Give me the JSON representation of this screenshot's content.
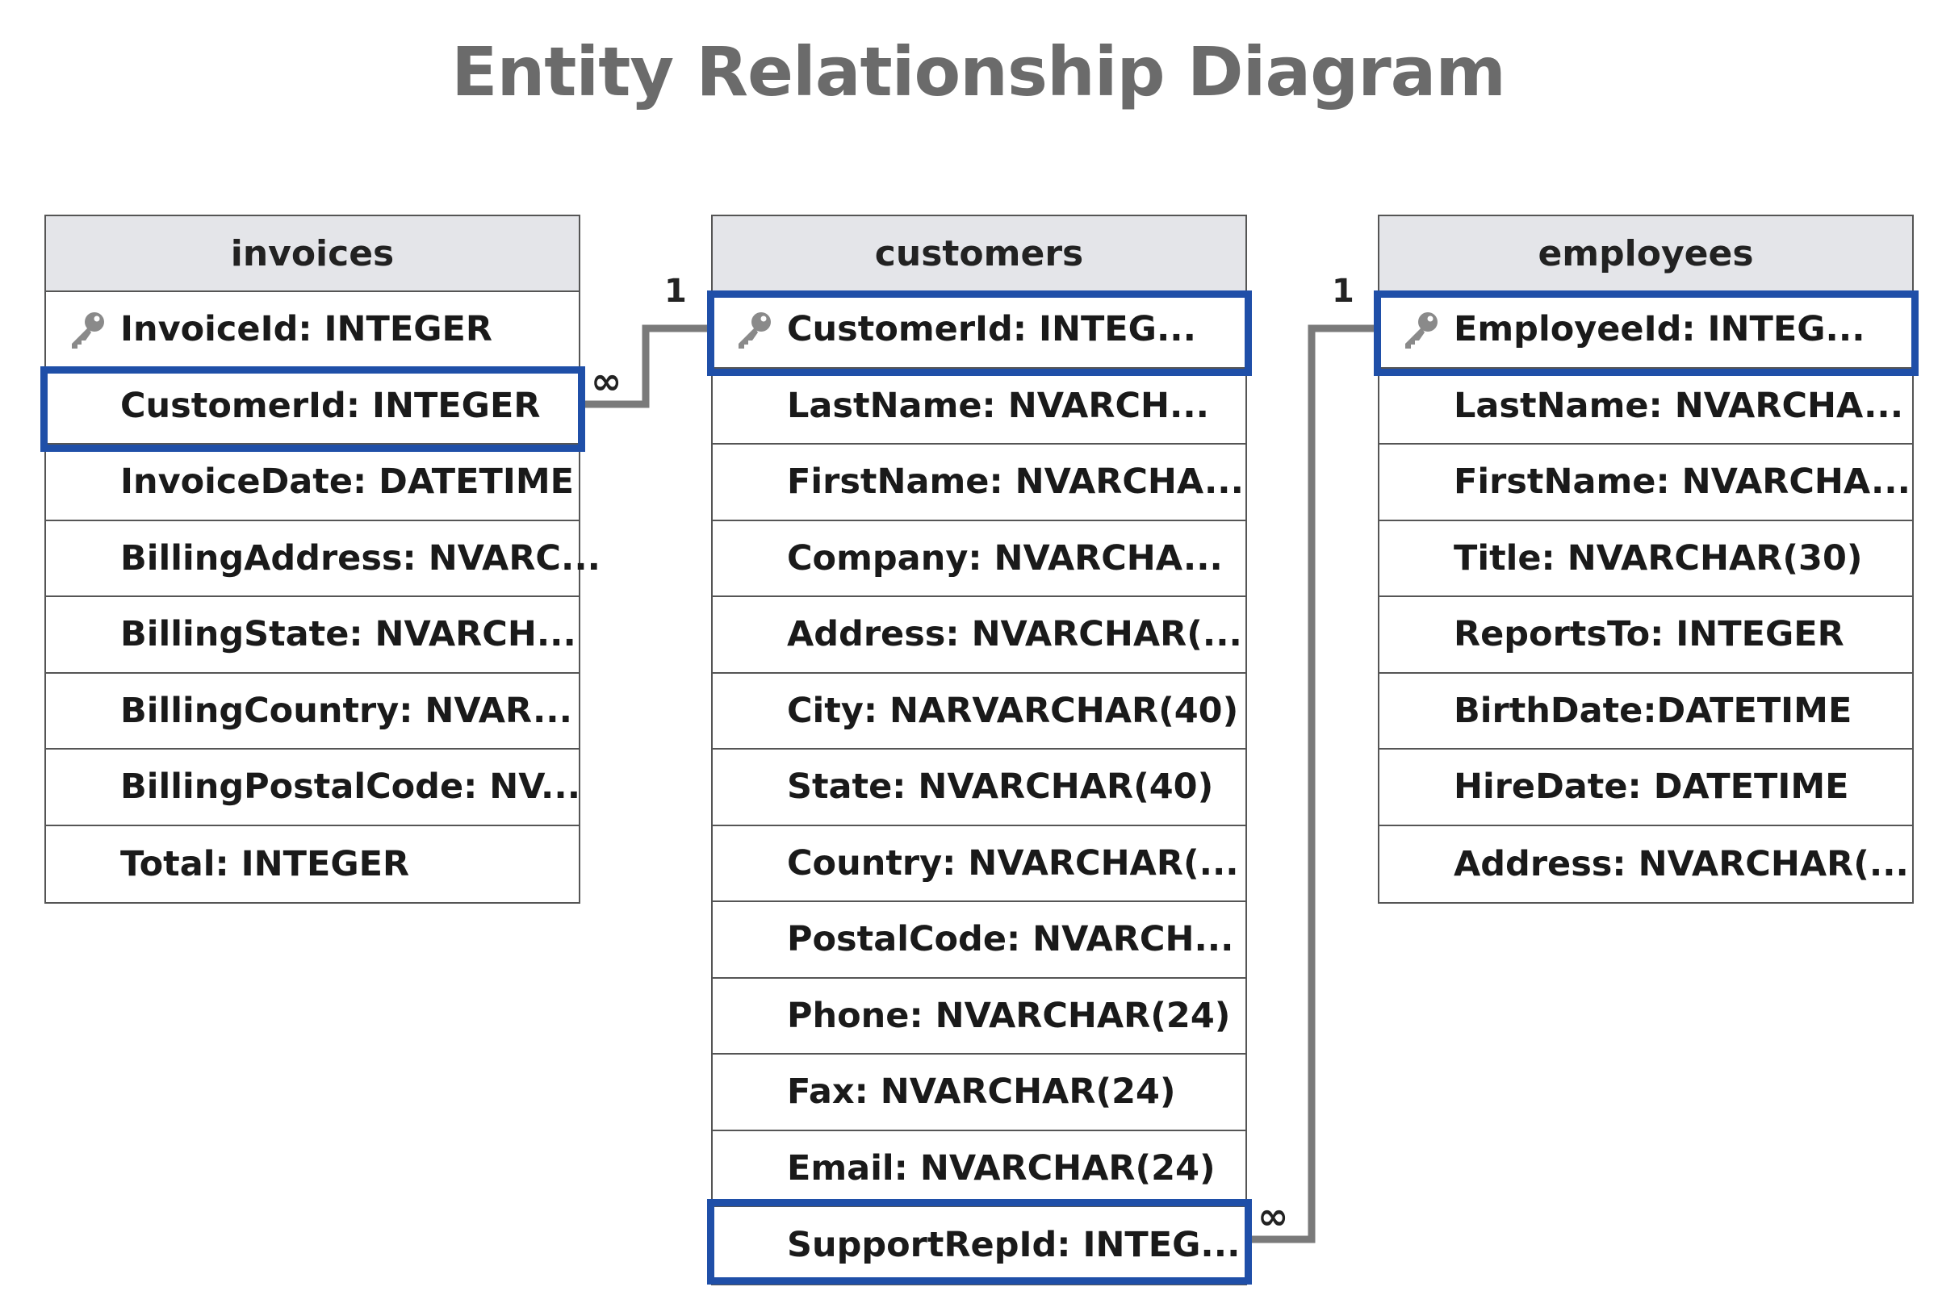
{
  "title": "Entity Relationship Diagram",
  "tables": {
    "invoices": {
      "name": "invoices",
      "rows": [
        {
          "label": "InvoiceId: INTEGER",
          "key": true
        },
        {
          "label": "CustomerId: INTEGER",
          "key": false
        },
        {
          "label": "InvoiceDate: DATETIME",
          "key": false
        },
        {
          "label": "BillingAddress: NVARC...",
          "key": false
        },
        {
          "label": "BillingState: NVARCH...",
          "key": false
        },
        {
          "label": "BillingCountry: NVAR...",
          "key": false
        },
        {
          "label": "BillingPostalCode: NV...",
          "key": false
        },
        {
          "label": "Total: INTEGER",
          "key": false
        }
      ]
    },
    "customers": {
      "name": "customers",
      "rows": [
        {
          "label": "CustomerId: INTEG...",
          "key": true
        },
        {
          "label": "LastName: NVARCH...",
          "key": false
        },
        {
          "label": "FirstName: NVARCHA...",
          "key": false
        },
        {
          "label": "Company: NVARCHA...",
          "key": false
        },
        {
          "label": "Address: NVARCHAR(...",
          "key": false
        },
        {
          "label": "City: NARVARCHAR(40)",
          "key": false
        },
        {
          "label": "State: NVARCHAR(40)",
          "key": false
        },
        {
          "label": "Country: NVARCHAR(...",
          "key": false
        },
        {
          "label": "PostalCode: NVARCH...",
          "key": false
        },
        {
          "label": "Phone: NVARCHAR(24)",
          "key": false
        },
        {
          "label": "Fax: NVARCHAR(24)",
          "key": false
        },
        {
          "label": "Email: NVARCHAR(24)",
          "key": false
        },
        {
          "label": "SupportRepId: INTEG...",
          "key": false
        }
      ]
    },
    "employees": {
      "name": "employees",
      "rows": [
        {
          "label": "EmployeeId: INTEG...",
          "key": true
        },
        {
          "label": "LastName: NVARCHA...",
          "key": false
        },
        {
          "label": "FirstName: NVARCHA...",
          "key": false
        },
        {
          "label": "Title: NVARCHAR(30)",
          "key": false
        },
        {
          "label": "ReportsTo: INTEGER",
          "key": false
        },
        {
          "label": "BirthDate:DATETIME",
          "key": false
        },
        {
          "label": "HireDate: DATETIME",
          "key": false
        },
        {
          "label": "Address: NVARCHAR(...",
          "key": false
        }
      ]
    }
  },
  "relationships": {
    "invoices_customers": {
      "one": "1",
      "many": "∞"
    },
    "customers_employees": {
      "one": "1",
      "many": "∞"
    }
  },
  "colors": {
    "highlight": "#1f4fa8",
    "header_bg": "#e4e5e9",
    "title": "#6b6b6b"
  }
}
